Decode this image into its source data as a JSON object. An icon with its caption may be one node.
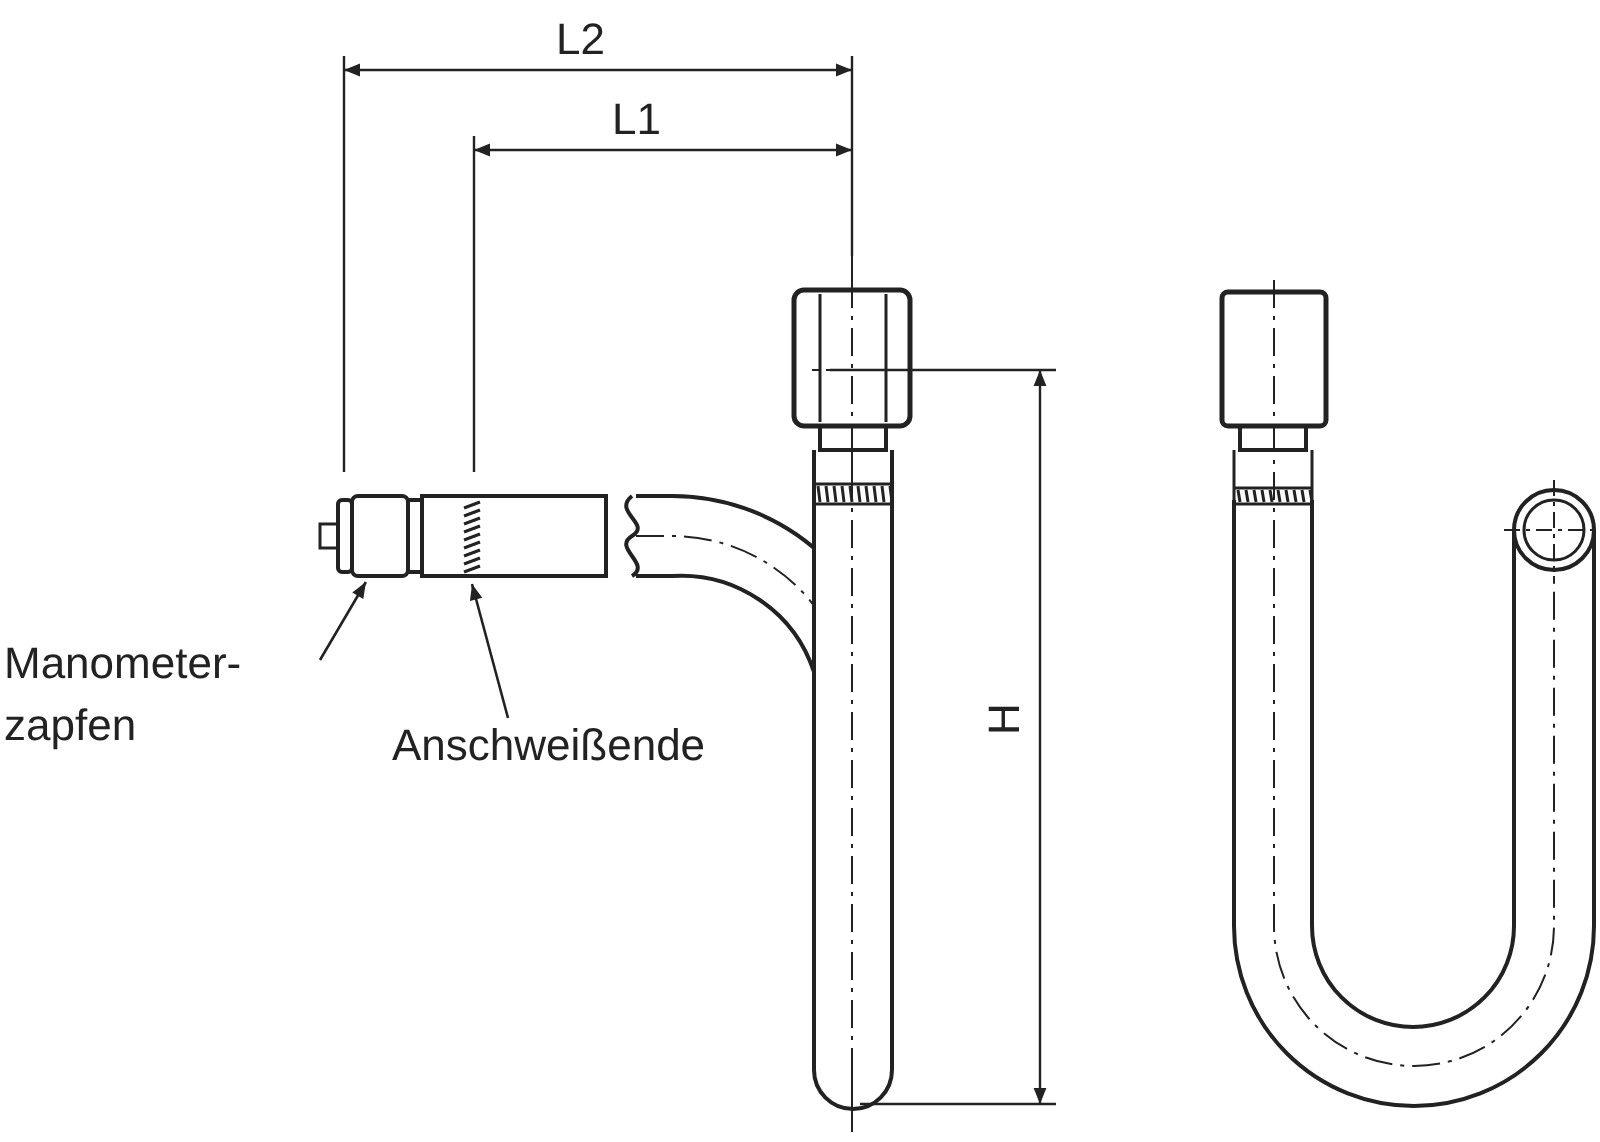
{
  "diagram": {
    "nodes": [
      {
        "text": [
          "Manometer- zapfen"
        ]
      },
      {
        "text": [
          "Anschweißende"
        ]
      },
      {
        "text": [],
        "shape": "box"
      },
      {
        "text": [],
        "shape": "box"
      }
    ],
    "edges": [
      {
        "from": 0,
        "to": 2,
        "arrow": "to"
      },
      {
        "from": 1,
        "to": 3,
        "arrow": "to"
      }
    ],
    "labels": [
      "L2",
      "L1",
      "H"
    ]
  }
}
